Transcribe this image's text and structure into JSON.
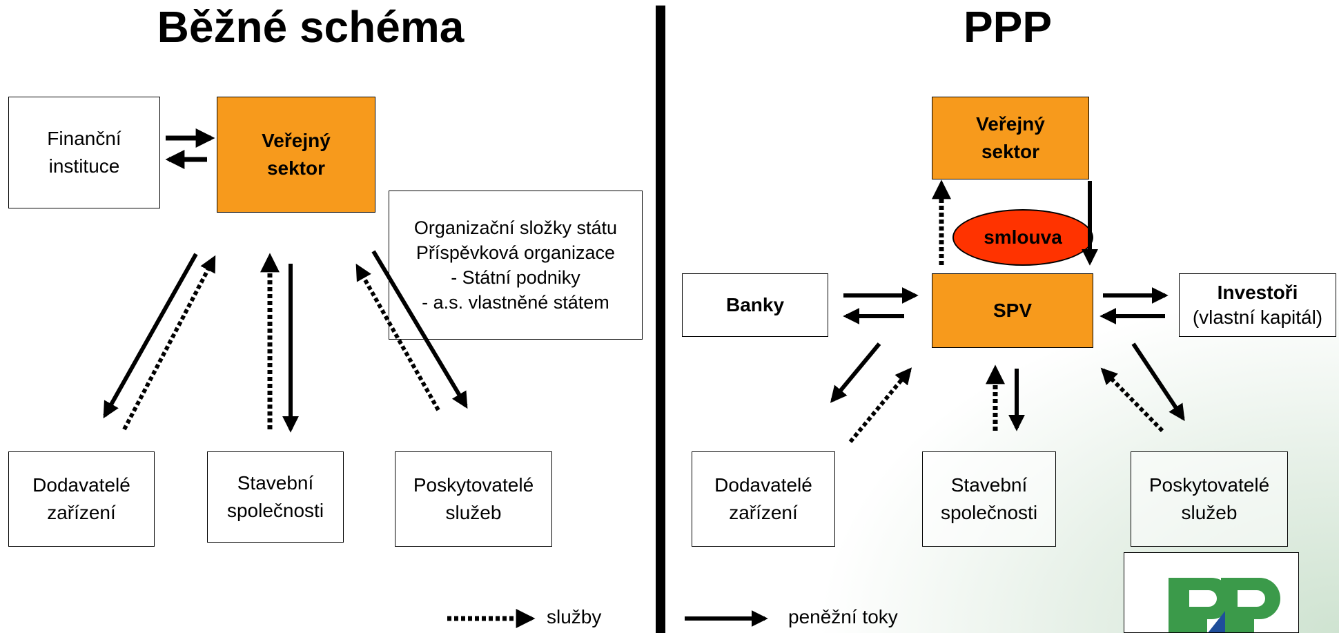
{
  "left": {
    "title": "Běžné schéma",
    "financni_instituce": "Finanční\ninstituce",
    "verejny_sektor": "Veřejný\nsektor",
    "organizace": "Organizační složky státu\nPříspěvková organizace\n- Státní podniky\n- a.s. vlastněné státem",
    "dodavatele": "Dodavatelé\nzařízení",
    "stavebni": "Stavební\nspolečnosti",
    "poskytovatele": "Poskytovatelé\nslužeb"
  },
  "right": {
    "title": "PPP",
    "verejny_sektor": "Veřejný\nsektor",
    "smlouva": "smlouva",
    "banky": "Banky",
    "spv": "SPV",
    "investori_bold": "Investoři",
    "investori_sub": "(vlastní kapitál)",
    "dodavatele": "Dodavatelé\nzařízení",
    "stavebni": "Stavební\nspolečnosti",
    "poskytovatele": "Poskytovatelé\nslužeb"
  },
  "legend": {
    "sluzby": "služby",
    "penezni_toky": "peněžní toky"
  },
  "colors": {
    "orange": "#f79a1c",
    "smlouva": "#ff3300",
    "logo_green": "#3b9a4a",
    "logo_blue": "#1f4e9a"
  }
}
